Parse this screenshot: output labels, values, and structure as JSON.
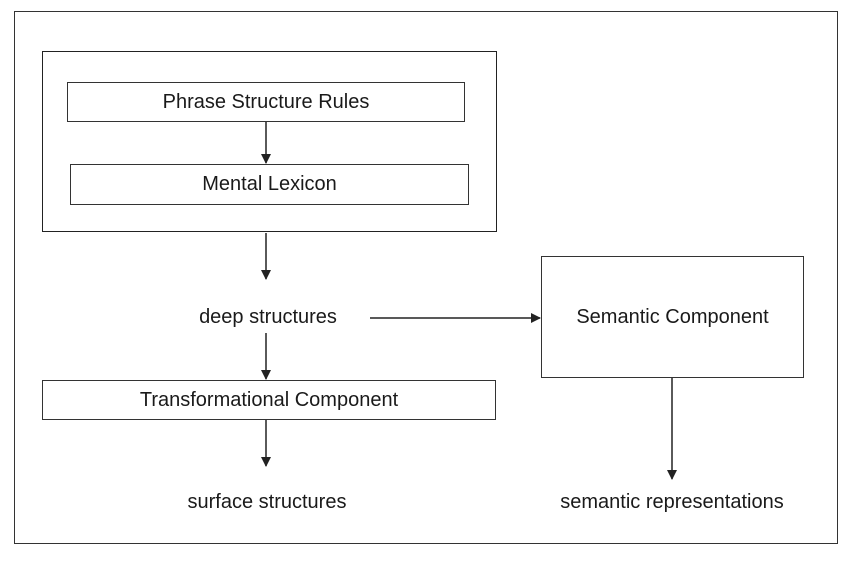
{
  "nodes": {
    "phrase_structure_rules": "Phrase Structure Rules",
    "mental_lexicon": "Mental Lexicon",
    "deep_structures": "deep structures",
    "semantic_component": "Semantic Component",
    "transformational_component": "Transformational Component",
    "surface_structures": "surface structures",
    "semantic_representations": "semantic representations"
  },
  "colors": {
    "line": "#222222",
    "text": "#1a1a1a",
    "background": "#ffffff"
  }
}
